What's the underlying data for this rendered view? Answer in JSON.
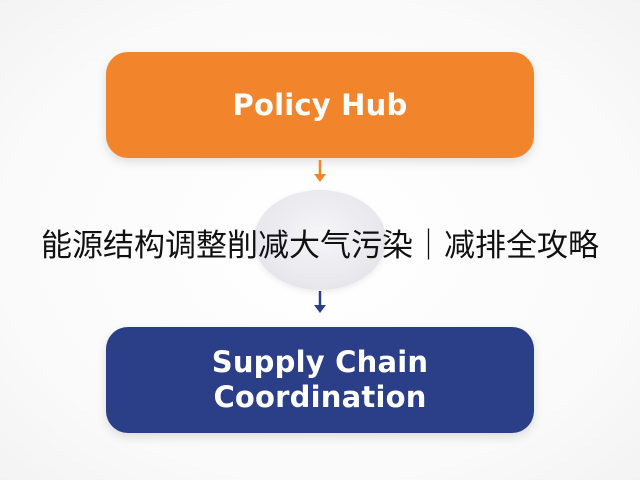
{
  "diagram": {
    "top_node": {
      "label": "Policy Hub",
      "color": "#f2852b"
    },
    "bottom_node": {
      "label_line1": "Supply Chain",
      "label_line2": "Coordination",
      "color": "#2a3f88"
    },
    "arrow_top_color": "#f2852b",
    "arrow_bottom_color": "#2a3f88"
  },
  "overlay": {
    "caption": "能源结构调整削减大气污染｜减排全攻略"
  }
}
